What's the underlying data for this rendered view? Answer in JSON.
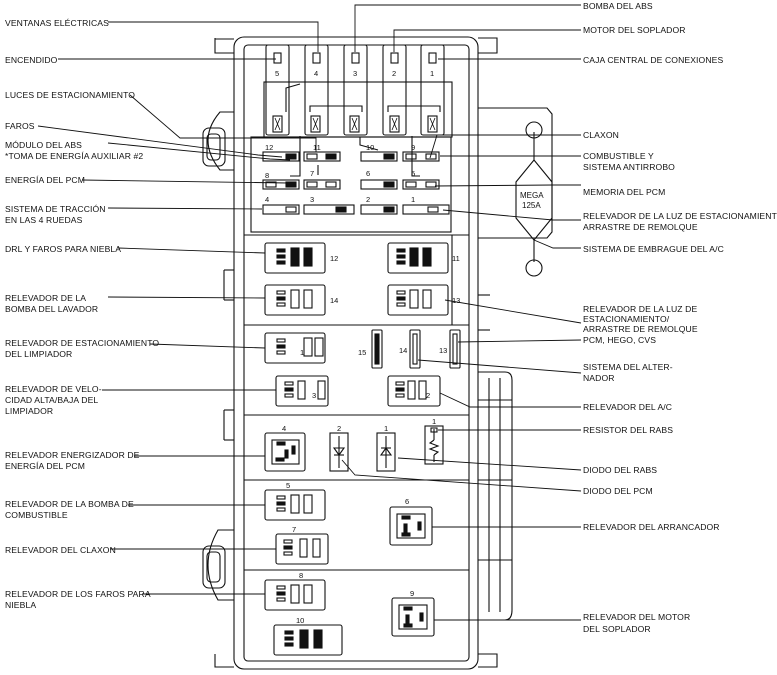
{
  "labels": {
    "ventanas": "VENTANAS ELÉCTRICAS",
    "encendido": "ENCENDIDO",
    "luces_est": "LUCES DE ESTACIONAMIENTO",
    "faros": "FAROS",
    "modulo_abs_1": "MÓDULO DEL ABS",
    "modulo_abs_2": "*TOMA DE ENERGÍA AUXILIAR #2",
    "energia_pcm": "ENERGÍA DEL PCM",
    "traccion_1": "SISTEMA DE TRACCIÓN",
    "traccion_2": "EN LAS 4 RUEDAS",
    "drl": "DRL Y FAROS PARA NIEBLA",
    "bomba_lav_1": "RELEVADOR DE LA",
    "bomba_lav_2": "BOMBA DEL LAVADOR",
    "est_limp_1": "RELEVADOR DE ESTACIONAMIENTO",
    "est_limp_2": "DEL LIMPIADOR",
    "vel_1": "RELEVADOR DE VELO-",
    "vel_2": "CIDAD ALTA/BAJA DEL",
    "vel_3": "LIMPIADOR",
    "energ_pcm_1": "RELEVADOR ENERGIZADOR DE",
    "energ_pcm_2": "ENERGÍA DEL PCM",
    "bomba_comb_1": "RELEVADOR DE LA BOMBA DE",
    "bomba_comb_2": "COMBUSTIBLE",
    "claxon_rel": "RELEVADOR DEL CLAXON",
    "faros_niebla_1": "RELEVADOR DE LOS FAROS PARA",
    "faros_niebla_2": "NIEBLA",
    "bomba_abs": "BOMBA DEL ABS",
    "motor_soplador": "MOTOR DEL SOPLADOR",
    "caja_central": "CAJA CENTRAL DE CONEXIONES",
    "claxon": "CLAXON",
    "combustible_1": "COMBUSTIBLE Y",
    "combustible_2": "SISTEMA ANTIRROBO",
    "memoria_pcm": "MEMORIA DEL PCM",
    "luz_est_a_1": "RELEVADOR DE LA LUZ DE ESTACIONAMIENTO/",
    "luz_est_a_2": "ARRASTRE DE REMOLQUE",
    "embrague": "SISTEMA DE EMBRAGUE DEL A/C",
    "luz_est_b_1": "RELEVADOR DE LA LUZ DE",
    "luz_est_b_2": "ESTACIONAMIENTO/",
    "luz_est_b_3": "ARRASTRE DE REMOLQUE",
    "pcm_hego": "PCM, HEGO, CVS",
    "alternador_1": "SISTEMA DEL  ALTER-",
    "alternador_2": "NADOR",
    "rel_ac": "RELEVADOR DEL A/C",
    "resistor": "RESISTOR DEL RABS",
    "diodo_rabs": "DIODO DEL RABS",
    "diodo_pcm": "DIODO DEL PCM",
    "arrancador": "RELEVADOR DEL ARRANCADOR",
    "motor_sopl_rel_1": "RELEVADOR DEL MOTOR",
    "motor_sopl_rel_2": "DEL SOPLADOR"
  },
  "mega_fuse": {
    "line1": "MEGA",
    "line2": "125A"
  },
  "maxi_fuses": [
    "5",
    "4",
    "3",
    "2",
    "1"
  ],
  "mini_fuses": [
    "12",
    "11",
    "10",
    "9",
    "8",
    "7",
    "6",
    "5",
    "4",
    "3",
    "2",
    "1"
  ],
  "relays": [
    "12",
    "11",
    "14",
    "13",
    "1",
    "2",
    "3",
    "4",
    "5",
    "6",
    "7",
    "8",
    "9",
    "10"
  ],
  "small_parts": [
    "15",
    "14",
    "13",
    "2",
    "1",
    "1"
  ]
}
